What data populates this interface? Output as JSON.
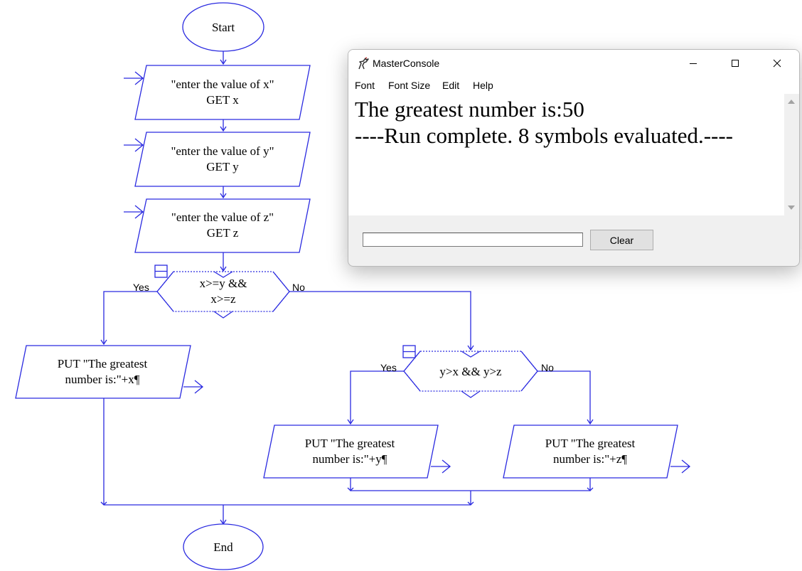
{
  "flowchart": {
    "start_label": "Start",
    "end_label": "End",
    "input_x": {
      "line1": "\"enter the value of x\"",
      "line2": "GET x"
    },
    "input_y": {
      "line1": "\"enter the value of y\"",
      "line2": "GET y"
    },
    "input_z": {
      "line1": "\"enter the value of z\"",
      "line2": "GET z"
    },
    "decision1": {
      "line1": "x>=y &&",
      "line2": "x>=z",
      "yes": "Yes",
      "no": "No"
    },
    "decision2": {
      "line1": "y>x && y>z",
      "yes": "Yes",
      "no": "No"
    },
    "output_x": {
      "line1": "PUT \"The greatest",
      "line2": "number is:\"+x¶"
    },
    "output_y": {
      "line1": "PUT \"The greatest",
      "line2": "number is:\"+y¶"
    },
    "output_z": {
      "line1": "PUT \"The greatest",
      "line2": "number is:\"+z¶"
    },
    "line_color": "#2a2ae0"
  },
  "console": {
    "title": "MasterConsole",
    "menu": [
      "Font",
      "Font Size",
      "Edit",
      "Help"
    ],
    "output_lines": [
      "The greatest number is:50",
      "----Run complete.  8 symbols evaluated.----"
    ],
    "input_value": "",
    "clear_label": "Clear"
  }
}
